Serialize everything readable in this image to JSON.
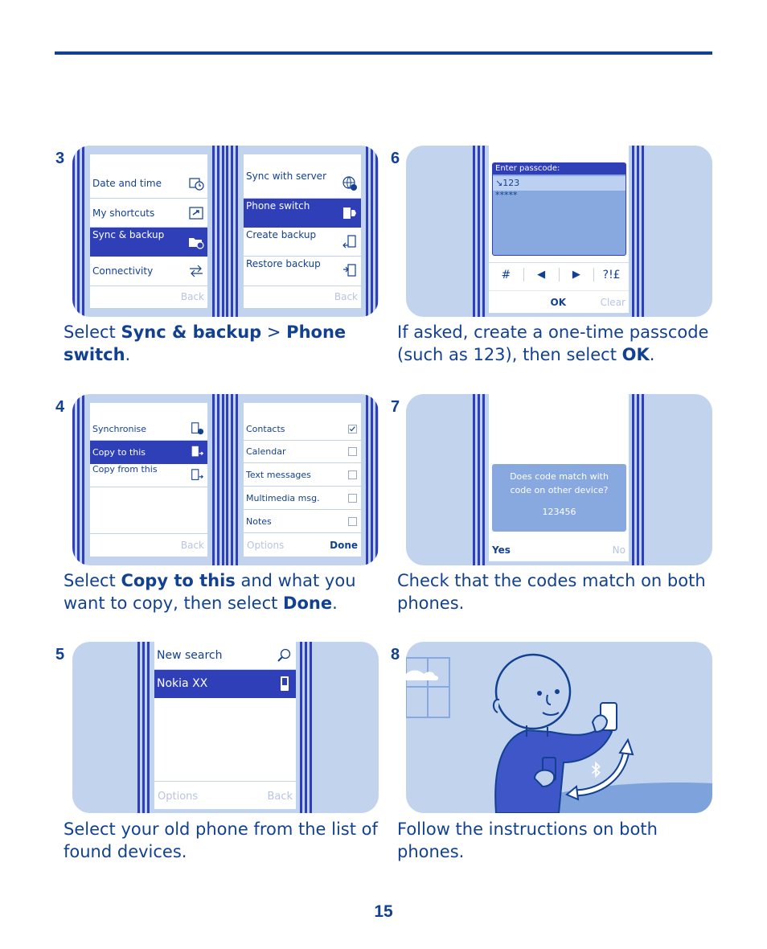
{
  "page_number": "15",
  "colors": {
    "brand_blue": "#124191",
    "panel_bg": "#c2d3ee",
    "selected_row": "#2f3fb7",
    "stripe": "#2d3fbf"
  },
  "steps": {
    "s3": {
      "number": "3",
      "caption": {
        "t1": "Select ",
        "b1": "Sync & backup",
        "t2": " > ",
        "b2": "Phone switch",
        "t3": "."
      },
      "menu1": {
        "items": [
          "Date and time",
          "My shortcuts",
          "Sync & backup",
          "Connectivity"
        ],
        "back": "Back"
      },
      "menu2": {
        "items": [
          "Sync with server",
          "Phone switch",
          "Create backup",
          "Restore backup"
        ],
        "back": "Back"
      }
    },
    "s4": {
      "number": "4",
      "caption": {
        "t1": "Select ",
        "b1": "Copy to this",
        "t2": " and what you want to copy, then select ",
        "b2": "Done",
        "t3": "."
      },
      "menu1": {
        "items": [
          "Synchronise",
          "Copy to this",
          "Copy from this"
        ],
        "back": "Back"
      },
      "menu2": {
        "items": [
          "Contacts",
          "Calendar",
          "Text messages",
          "Multimedia msg.",
          "Notes"
        ],
        "options": "Options",
        "done": "Done"
      }
    },
    "s5": {
      "number": "5",
      "caption": "Select your old phone from the list of found devices.",
      "screen": {
        "new_search": "New search",
        "device": "Nokia XX",
        "options": "Options",
        "back": "Back"
      }
    },
    "s6": {
      "number": "6",
      "caption": {
        "t1": "If asked, create a one-time passcode (such as 123), then select ",
        "b1": "OK",
        "t2": "."
      },
      "screen": {
        "header": "Enter passcode:",
        "input": "↘123",
        "masked": "*****",
        "keys": [
          "#",
          "◀",
          "▶",
          "?!£"
        ],
        "ok": "OK",
        "clear": "Clear"
      }
    },
    "s7": {
      "number": "7",
      "caption": "Check that the codes match on both phones.",
      "screen": {
        "dialog_line1": "Does code match with",
        "dialog_line2": "code on other device?",
        "code": "123456",
        "yes": "Yes",
        "no": "No"
      }
    },
    "s8": {
      "number": "8",
      "caption": "Follow the instructions on both phones."
    }
  }
}
